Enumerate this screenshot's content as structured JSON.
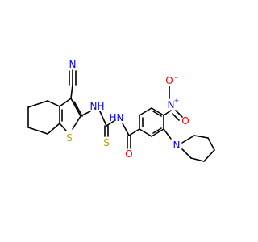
{
  "molecule": {
    "atoms": {
      "n_nitrile": {
        "label": "N",
        "color": "#0000ff"
      },
      "s_ring": {
        "label": "S",
        "color": "#b8a000"
      },
      "nh_left": {
        "label": "N",
        "h": "H",
        "color": "#0000ff"
      },
      "nh_right": {
        "label": "N",
        "h": "H",
        "color": "#0000ff"
      },
      "s_thio": {
        "label": "S",
        "color": "#b8a000"
      },
      "o_carbonyl": {
        "label": "O",
        "color": "#ff0000"
      },
      "n_nitro": {
        "label": "N",
        "charge": "+",
        "color": "#0000ff"
      },
      "o_nitro_neg": {
        "label": "O",
        "charge": "-",
        "color": "#ff0000"
      },
      "o_nitro_dbl": {
        "label": "O",
        "color": "#ff0000"
      },
      "n_piperidine": {
        "label": "N",
        "color": "#0000ff"
      }
    },
    "colors": {
      "bond": "#000000",
      "nitrogen": "#0000ff",
      "oxygen": "#ff0000",
      "sulfur": "#b8a000"
    }
  }
}
